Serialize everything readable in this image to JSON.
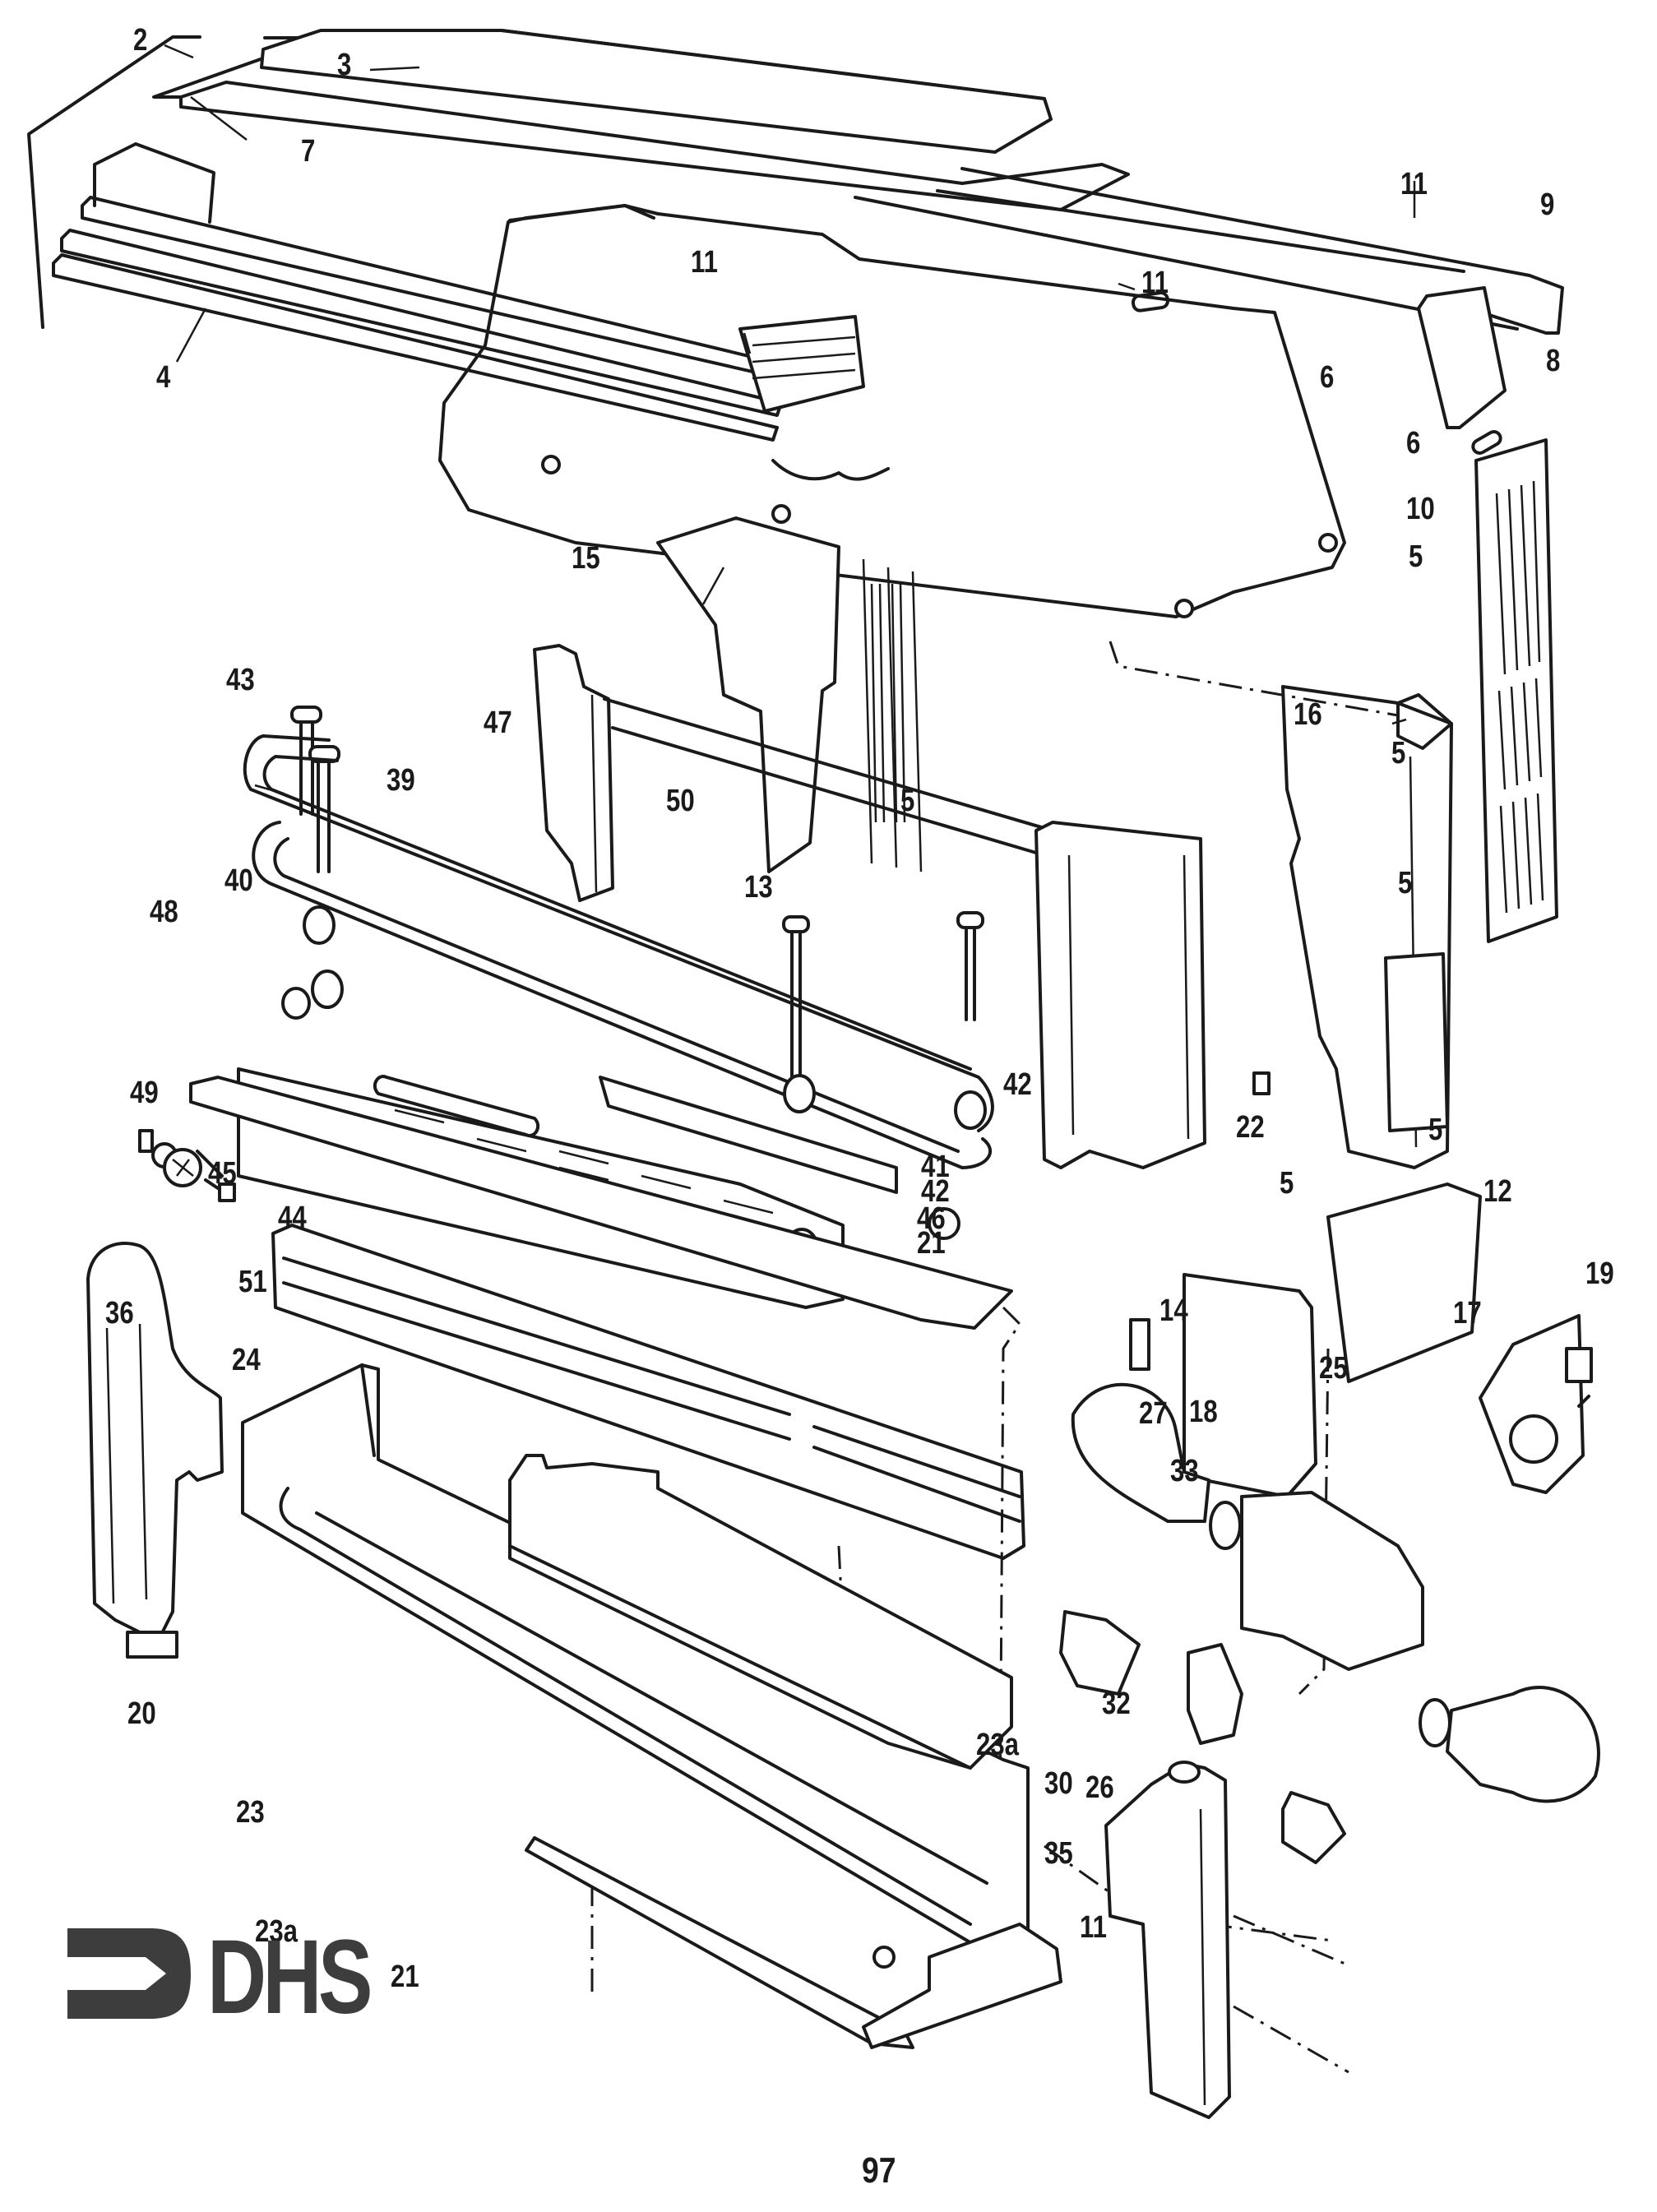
{
  "diagram": {
    "title": "Exploded parts diagram",
    "page_number": "97",
    "brand_logo_text": "DHS",
    "labels": [
      {
        "id": "l2",
        "text": "2"
      },
      {
        "id": "l3",
        "text": "3"
      },
      {
        "id": "l4",
        "text": "4"
      },
      {
        "id": "l7",
        "text": "7"
      },
      {
        "id": "l11a",
        "text": "11"
      },
      {
        "id": "l11b",
        "text": "11"
      },
      {
        "id": "l11c",
        "text": "11"
      },
      {
        "id": "l9",
        "text": "9"
      },
      {
        "id": "l6a",
        "text": "6"
      },
      {
        "id": "l8",
        "text": "8"
      },
      {
        "id": "l6b",
        "text": "6"
      },
      {
        "id": "l10",
        "text": "10"
      },
      {
        "id": "l5a",
        "text": "5"
      },
      {
        "id": "l15",
        "text": "15"
      },
      {
        "id": "l16",
        "text": "16"
      },
      {
        "id": "l5b",
        "text": "5"
      },
      {
        "id": "l43",
        "text": "43"
      },
      {
        "id": "l47",
        "text": "47"
      },
      {
        "id": "l39",
        "text": "39"
      },
      {
        "id": "l5c",
        "text": "5"
      },
      {
        "id": "l50",
        "text": "50"
      },
      {
        "id": "l40",
        "text": "40"
      },
      {
        "id": "l13",
        "text": "13"
      },
      {
        "id": "l5d",
        "text": "5"
      },
      {
        "id": "l48",
        "text": "48"
      },
      {
        "id": "l42a",
        "text": "42"
      },
      {
        "id": "l49",
        "text": "49"
      },
      {
        "id": "l22",
        "text": "22"
      },
      {
        "id": "l5e",
        "text": "5"
      },
      {
        "id": "l45",
        "text": "45"
      },
      {
        "id": "l41",
        "text": "41"
      },
      {
        "id": "l42b",
        "text": "42"
      },
      {
        "id": "l5f",
        "text": "5"
      },
      {
        "id": "l12",
        "text": "12"
      },
      {
        "id": "l44",
        "text": "44"
      },
      {
        "id": "l46",
        "text": "46"
      },
      {
        "id": "l21a",
        "text": "21"
      },
      {
        "id": "l51",
        "text": "51"
      },
      {
        "id": "l14",
        "text": "14"
      },
      {
        "id": "l19",
        "text": "19"
      },
      {
        "id": "l36",
        "text": "36"
      },
      {
        "id": "l17",
        "text": "17"
      },
      {
        "id": "l24",
        "text": "24"
      },
      {
        "id": "l25",
        "text": "25"
      },
      {
        "id": "l27",
        "text": "27"
      },
      {
        "id": "l18",
        "text": "18"
      },
      {
        "id": "l33",
        "text": "33"
      },
      {
        "id": "l20",
        "text": "20"
      },
      {
        "id": "l32",
        "text": "32"
      },
      {
        "id": "l23a1",
        "text": "23a"
      },
      {
        "id": "l30",
        "text": "30"
      },
      {
        "id": "l26",
        "text": "26"
      },
      {
        "id": "l23",
        "text": "23"
      },
      {
        "id": "l35",
        "text": "35"
      },
      {
        "id": "l23a2",
        "text": "23a"
      },
      {
        "id": "l11d",
        "text": "11"
      },
      {
        "id": "l21b",
        "text": "21"
      }
    ]
  }
}
